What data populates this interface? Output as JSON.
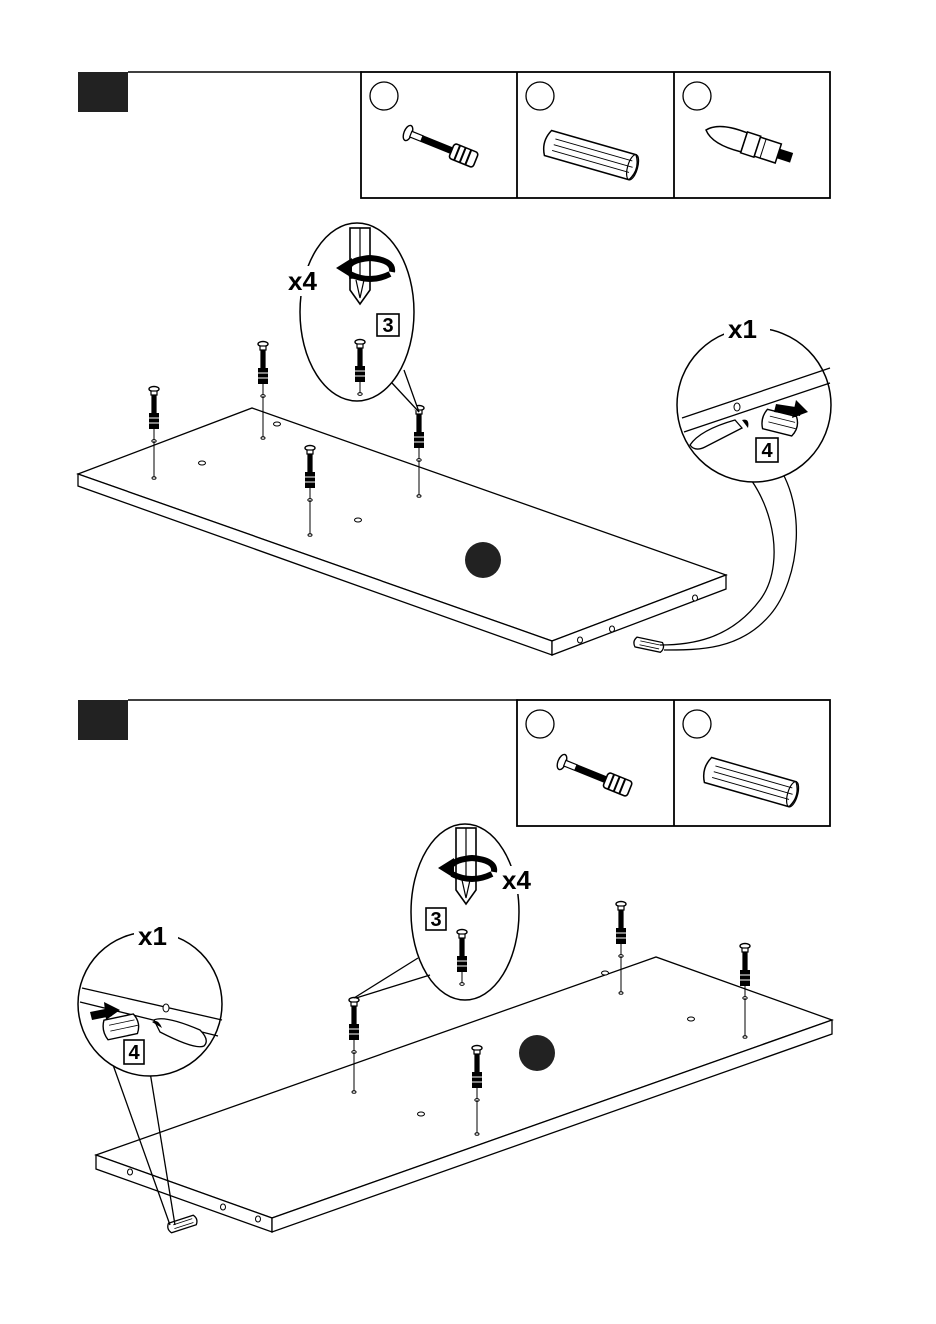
{
  "steps": [
    {
      "parts": [
        {
          "icon": "cam-bolt-icon"
        },
        {
          "icon": "wooden-dowel-icon"
        },
        {
          "icon": "screwdriver-bit-icon"
        }
      ],
      "screw_quantity": "x4",
      "screw_part_number": "3",
      "dowel_quantity": "x1",
      "dowel_part_number": "4"
    },
    {
      "parts": [
        {
          "icon": "cam-bolt-icon"
        },
        {
          "icon": "wooden-dowel-icon"
        }
      ],
      "screw_quantity": "x4",
      "screw_part_number": "3",
      "dowel_quantity": "x1",
      "dowel_part_number": "4"
    }
  ]
}
